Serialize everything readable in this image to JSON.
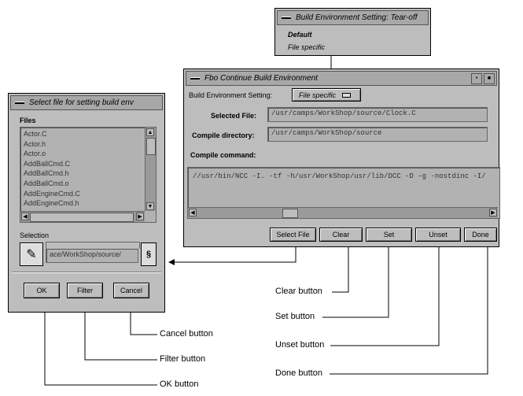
{
  "tearoff": {
    "title": "Build Environment Setting: Tear-off",
    "items": [
      "Default",
      "File specific"
    ]
  },
  "main_window": {
    "title": "Fbo Continue Build Environment",
    "build_env_label": "Build Environment Setting:",
    "build_env_value": "File specific",
    "selected_file_label": "Selected File:",
    "selected_file_value": "/usr/camps/WorkShop/source/Clock.C",
    "compile_dir_label": "Compile directory:",
    "compile_dir_value": "/usr/camps/WorkShop/source",
    "compile_cmd_label": "Compile command:",
    "compile_cmd_value": "//usr/bin/NCC -I. -tf -h/usr/WorkShop/usr/lib/DCC -D  -g -nostdinc -I/",
    "buttons": [
      "Select File",
      "Clear",
      "Set",
      "Unset",
      "Done"
    ]
  },
  "file_dialog": {
    "title": "Select file for setting build env",
    "files_label": "Files",
    "files": [
      "Actor.C",
      "Actor.h",
      "Actor.o",
      "AddBallCmd.C",
      "AddBallCmd.h",
      "AddBallCmd.o",
      "AddEngineCmd.C",
      "AddEngineCmd.h"
    ],
    "selection_label": "Selection",
    "selection_value": "ace/WorkShop/source/",
    "buttons": [
      "OK",
      "Filter",
      "Cancel"
    ]
  },
  "callouts": {
    "clear": "Clear button",
    "set": "Set button",
    "unset": "Unset button",
    "done": "Done button",
    "cancel": "Cancel button",
    "filter": "Filter button",
    "ok": "OK button"
  }
}
